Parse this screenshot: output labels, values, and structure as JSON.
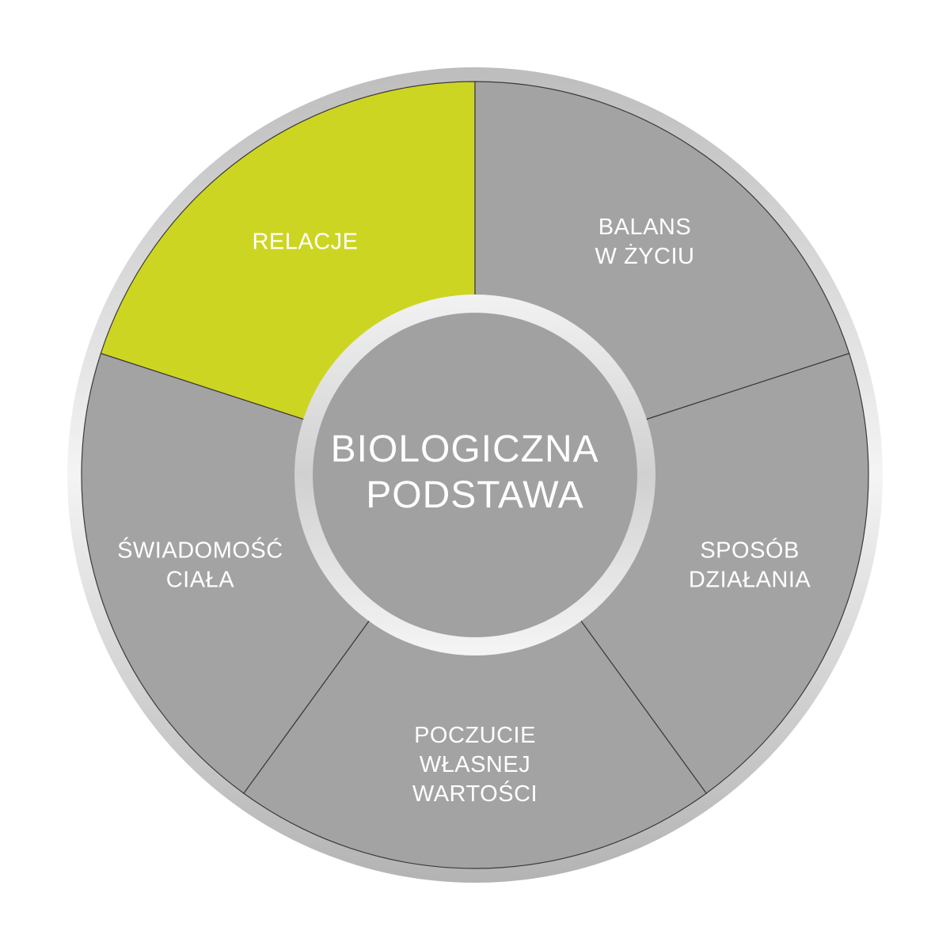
{
  "diagram": {
    "center": {
      "lines": [
        "BIOLOGICZNA",
        "PODSTAWA"
      ]
    },
    "segments": [
      {
        "id": "relacje",
        "lines": [
          "RELACJE"
        ],
        "highlighted": true
      },
      {
        "id": "balans",
        "lines": [
          "BALANS",
          "W ŻYCIU"
        ],
        "highlighted": false
      },
      {
        "id": "sposob",
        "lines": [
          "SPOSÓB",
          "DZIAŁANIA"
        ],
        "highlighted": false
      },
      {
        "id": "poczucie",
        "lines": [
          "POCZUCIE",
          "WŁASNEJ",
          "WARTOŚCI"
        ],
        "highlighted": false
      },
      {
        "id": "swiadomosc",
        "lines": [
          "ŚWIADOMOŚĆ",
          "CIAŁA"
        ],
        "highlighted": false
      }
    ],
    "colors": {
      "segment": "#a3a3a3",
      "highlight": "#cdd523",
      "center": "#a1a1a1",
      "ring": "#d8d8d8",
      "ring_shadow": "#9a9a9a",
      "divider": "#3a3a3a",
      "text": "#ffffff"
    }
  }
}
